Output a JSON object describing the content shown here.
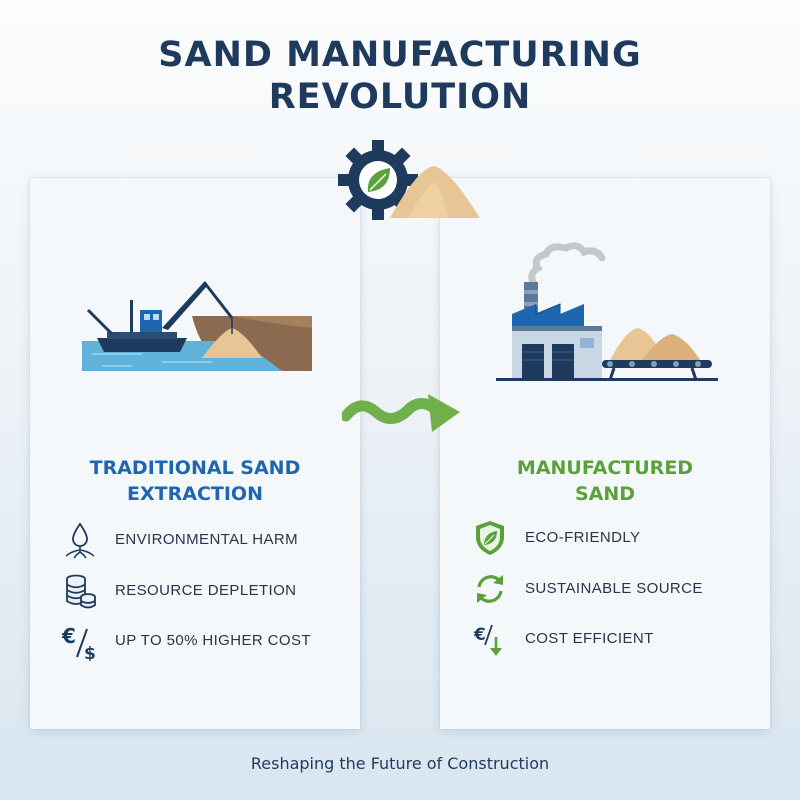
{
  "title": {
    "line1": "SAND MANUFACTURING",
    "line2": "REVOLUTION"
  },
  "center_icon": "gear-leaf-sand-icon",
  "transition_icon": "wavy-arrow-icon",
  "left_panel": {
    "illustration": "dredger-excavation-illustration",
    "heading": {
      "line1": "TRADITIONAL SAND",
      "line2": "EXTRACTION"
    },
    "items": [
      {
        "label": "ENVIRONMENTAL HARM",
        "icon": "water-drop-roots-icon"
      },
      {
        "label": "RESOURCE DEPLETION",
        "icon": "coin-stack-icon"
      },
      {
        "label": "UP TO 50% HIGHER COST",
        "icon": "euro-dollar-icon"
      }
    ],
    "accent": "#1f66b0"
  },
  "right_panel": {
    "illustration": "factory-conveyor-illustration",
    "heading": {
      "line1": "MANUFACTURED",
      "line2": "SAND"
    },
    "items": [
      {
        "label": "ECO-FRIENDLY",
        "icon": "shield-leaf-icon"
      },
      {
        "label": "SUSTAINABLE SOURCE",
        "icon": "recycle-arrows-icon"
      },
      {
        "label": "COST EFFICIENT",
        "icon": "euro-down-arrow-icon"
      }
    ],
    "accent": "#5aa13a"
  },
  "footer": "Reshaping the Future of Construction",
  "colors": {
    "navy": "#1e3a5c",
    "blue": "#1f66b0",
    "green": "#5aa13a",
    "sand": "#e8c594"
  }
}
